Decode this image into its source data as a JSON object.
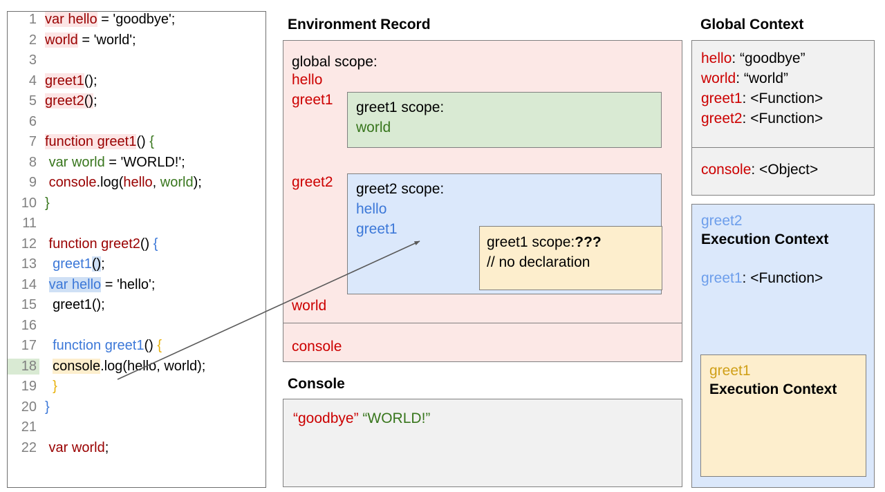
{
  "code_panel": {
    "lines": [
      {
        "num": "1",
        "tokens": [
          {
            "t": "var hello",
            "c": "c-dred",
            "h": "hl-pink"
          },
          {
            "t": " = 'goodbye';",
            "c": "c-black",
            "h": ""
          }
        ]
      },
      {
        "num": "2",
        "tokens": [
          {
            "t": "world",
            "c": "c-dred",
            "h": "hl-pink"
          },
          {
            "t": " = 'world';",
            "c": "c-black",
            "h": ""
          }
        ]
      },
      {
        "num": "3",
        "tokens": []
      },
      {
        "num": "4",
        "tokens": [
          {
            "t": "greet1",
            "c": "c-dred",
            "h": "hl-pink"
          },
          {
            "t": "();",
            "c": "c-black",
            "h": ""
          }
        ]
      },
      {
        "num": "5",
        "tokens": [
          {
            "t": "greet2",
            "c": "c-dred",
            "h": "hl-pink"
          },
          {
            "t": "()",
            "c": "c-black",
            "h": "hl-pink"
          },
          {
            "t": ";",
            "c": "c-black",
            "h": ""
          }
        ]
      },
      {
        "num": "6",
        "tokens": []
      },
      {
        "num": "7",
        "tokens": [
          {
            "t": "function greet1",
            "c": "c-dred",
            "h": "hl-pink"
          },
          {
            "t": "() ",
            "c": "c-black",
            "h": ""
          },
          {
            "t": "{",
            "c": "c-green",
            "h": ""
          }
        ]
      },
      {
        "num": "8",
        "tokens": [
          {
            "t": " ",
            "c": "c-black",
            "h": ""
          },
          {
            "t": "var world",
            "c": "c-green",
            "h": ""
          },
          {
            "t": " = 'WORLD!';",
            "c": "c-black",
            "h": ""
          }
        ]
      },
      {
        "num": "9",
        "tokens": [
          {
            "t": " ",
            "c": "c-black",
            "h": ""
          },
          {
            "t": "console",
            "c": "c-dred",
            "h": ""
          },
          {
            "t": ".log(",
            "c": "c-black",
            "h": ""
          },
          {
            "t": "hello",
            "c": "c-dred",
            "h": ""
          },
          {
            "t": ", ",
            "c": "c-black",
            "h": ""
          },
          {
            "t": "world",
            "c": "c-green",
            "h": ""
          },
          {
            "t": ");",
            "c": "c-black",
            "h": ""
          }
        ]
      },
      {
        "num": "10",
        "tokens": [
          {
            "t": "}",
            "c": "c-green",
            "h": ""
          }
        ]
      },
      {
        "num": "11",
        "tokens": []
      },
      {
        "num": "12",
        "tokens": [
          {
            "t": " function greet2",
            "c": "c-dred",
            "h": ""
          },
          {
            "t": "() ",
            "c": "c-black",
            "h": ""
          },
          {
            "t": "{",
            "c": "c-blue",
            "h": ""
          }
        ]
      },
      {
        "num": "13",
        "tokens": [
          {
            "t": "  ",
            "c": "c-black",
            "h": ""
          },
          {
            "t": "greet1",
            "c": "c-blue",
            "h": ""
          },
          {
            "t": "()",
            "c": "c-black",
            "h": "hl-blue"
          },
          {
            "t": ";",
            "c": "c-black",
            "h": ""
          }
        ]
      },
      {
        "num": "14",
        "tokens": [
          {
            "t": " ",
            "c": "c-black",
            "h": ""
          },
          {
            "t": "var hello",
            "c": "c-blue",
            "h": "hl-blue"
          },
          {
            "t": " = 'hello';",
            "c": "c-black",
            "h": ""
          }
        ]
      },
      {
        "num": "15",
        "tokens": [
          {
            "t": "  greet1();",
            "c": "c-black",
            "h": ""
          }
        ]
      },
      {
        "num": "16",
        "tokens": []
      },
      {
        "num": "17",
        "tokens": [
          {
            "t": "  ",
            "c": "c-black",
            "h": ""
          },
          {
            "t": "function greet1",
            "c": "c-blue",
            "h": ""
          },
          {
            "t": "() ",
            "c": "c-black",
            "h": ""
          },
          {
            "t": "{",
            "c": "c-gold",
            "h": ""
          }
        ]
      },
      {
        "num": "18",
        "tokens": [
          {
            "t": "  ",
            "c": "c-black",
            "h": ""
          },
          {
            "t": "console",
            "c": "c-black",
            "h": "hl-cream"
          },
          {
            "t": ".log(hello, world);",
            "c": "c-black",
            "h": ""
          }
        ],
        "line_highlight": true
      },
      {
        "num": "19",
        "tokens": [
          {
            "t": "  ",
            "c": "c-black",
            "h": ""
          },
          {
            "t": "}",
            "c": "c-gold",
            "h": ""
          }
        ]
      },
      {
        "num": "20",
        "tokens": [
          {
            "t": "}",
            "c": "c-blue",
            "h": ""
          }
        ]
      },
      {
        "num": "21",
        "tokens": []
      },
      {
        "num": "22",
        "tokens": [
          {
            "t": " var world",
            "c": "c-dred",
            "h": ""
          },
          {
            "t": ";",
            "c": "c-black",
            "h": ""
          }
        ]
      }
    ]
  },
  "environment_record": {
    "title": "Environment Record",
    "global_scope_label": "global scope:",
    "bindings": [
      "hello",
      "greet1",
      "greet2",
      "world"
    ],
    "console_binding": "console",
    "greet1_scope": {
      "title": "greet1 scope:",
      "bindings": [
        "world"
      ]
    },
    "greet2_scope": {
      "title": "greet2 scope:",
      "bindings": [
        "hello",
        "greet1"
      ],
      "inner_greet1_scope": {
        "title": "greet1 scope:",
        "unknown_marker": "???",
        "note": "// no declaration"
      }
    }
  },
  "console": {
    "title": "Console",
    "output_quoted": "“goodbye”",
    "output_value": "“WORLD!”"
  },
  "global_context": {
    "title": "Global Context",
    "variables": [
      {
        "key": "hello",
        "value": ": “goodbye”"
      },
      {
        "key": "world",
        "value": ": “world”"
      },
      {
        "key": "greet1",
        "value": ": <Function>"
      },
      {
        "key": "greet2",
        "value": ": <Function>"
      }
    ],
    "object_row": {
      "key": "console",
      "value": ": <Object>"
    }
  },
  "greet2_execution_context": {
    "label": "greet2",
    "heading": "Execution Context",
    "variables": [
      {
        "key": "greet1",
        "value": ": <Function>"
      }
    ]
  },
  "greet1_execution_context": {
    "label": "greet1",
    "heading": "Execution Context"
  },
  "colors": {
    "red": "#cc0000",
    "dark_red": "#990000",
    "green": "#38761d",
    "blue": "#3c78d8",
    "light_blue": "#6d9eeb",
    "gold": "#d0a019",
    "env_bg": "#fce8e6",
    "greet1_scope_bg": "#d9ead3",
    "greet2_scope_bg": "#dbe8fb",
    "inner_scope_bg": "#fdeecd",
    "console_bg": "#f1f1f1",
    "border": "#7f7f7f"
  }
}
